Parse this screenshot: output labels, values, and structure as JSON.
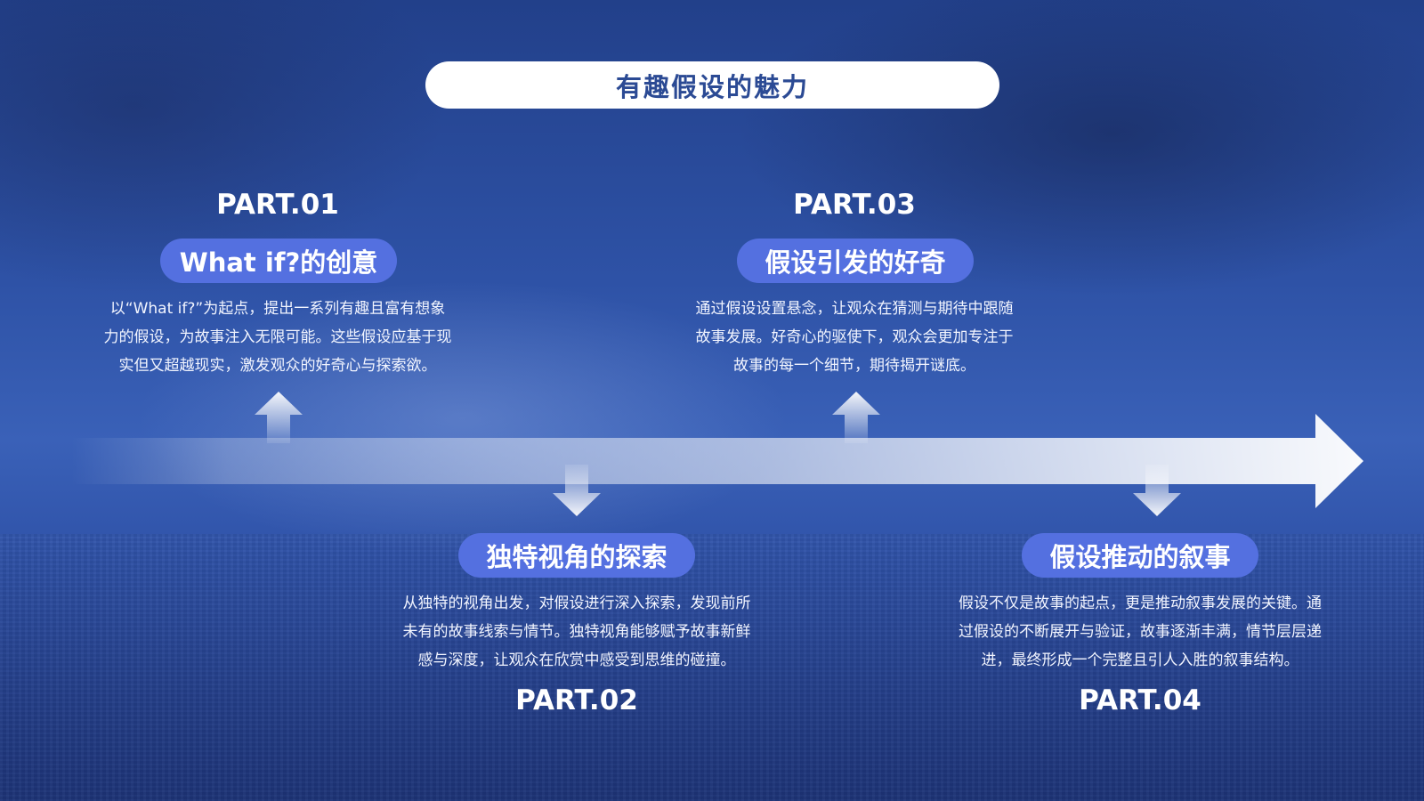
{
  "slide": {
    "title": "有趣假设的魅力"
  },
  "parts": [
    {
      "label": "PART.01",
      "heading": "What if?的创意",
      "lines": [
        "以“What if?”为起点，提出一系列有趣且富有想象",
        "力的假设，为故事注入无限可能。这些假设应基于现",
        "实但又超越现实，激发观众的好奇心与探索欲。"
      ]
    },
    {
      "label": "PART.02",
      "heading": "独特视角的探索",
      "lines": [
        "从独特的视角出发，对假设进行深入探索，发现前所",
        "未有的故事线索与情节。独特视角能够赋予故事新鲜",
        "感与深度，让观众在欣赏中感受到思维的碰撞。"
      ]
    },
    {
      "label": "PART.03",
      "heading": "假设引发的好奇",
      "lines": [
        "通过假设设置悬念，让观众在猜测与期待中跟随",
        "故事发展。好奇心的驱使下，观众会更加专注于",
        "故事的每一个细节，期待揭开谜底。"
      ]
    },
    {
      "label": "PART.04",
      "heading": "假设推动的叙事",
      "lines": [
        "假设不仅是故事的起点，更是推动叙事发展的关键。通",
        "过假设的不断展开与验证，故事逐渐丰满，情节层层递",
        "进，最终形成一个完整且引人入胜的叙事结构。"
      ]
    }
  ],
  "colors": {
    "accent_pill": "#5470e0",
    "title_text": "#2b4a94",
    "background": "#2e52a6"
  },
  "icons": {
    "timeline": "arrow-right-icon",
    "up_marker": "arrow-up-icon",
    "down_marker": "arrow-down-icon"
  }
}
